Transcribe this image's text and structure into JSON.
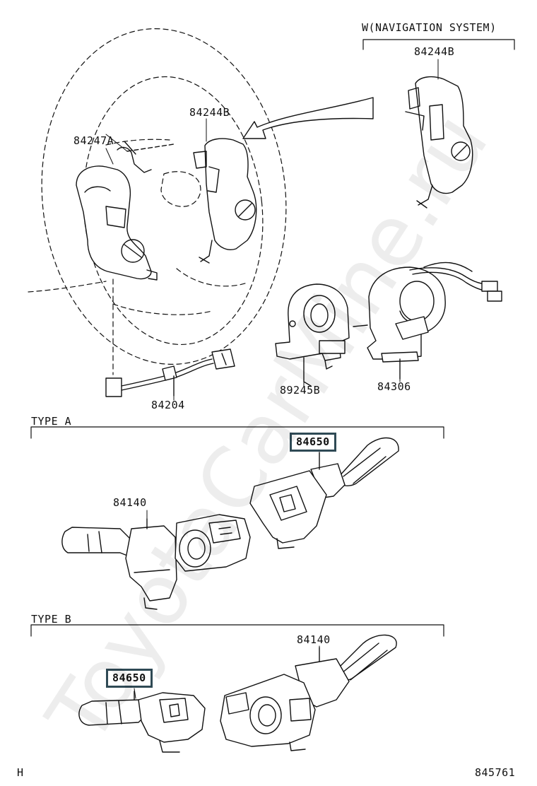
{
  "header": {
    "variant_label": "W(NAVIGATION SYSTEM)"
  },
  "parts": {
    "nav_switch": "84244B",
    "left_switch": "84247A",
    "right_switch": "84244B",
    "wire_harness": "84204",
    "clock_spring": "89245B",
    "spiral_cable": "84306"
  },
  "type_a": {
    "label": "TYPE A",
    "highlight_part": "84650",
    "other_part": "84140"
  },
  "type_b": {
    "label": "TYPE B",
    "highlight_part": "84650",
    "other_part": "84140"
  },
  "footer": {
    "left_mark": "H",
    "diagram_number": "845761"
  },
  "watermark": "ToyotaCarMine.ru",
  "colors": {
    "line": "#111111",
    "highlight_border": "#2f4a55"
  }
}
